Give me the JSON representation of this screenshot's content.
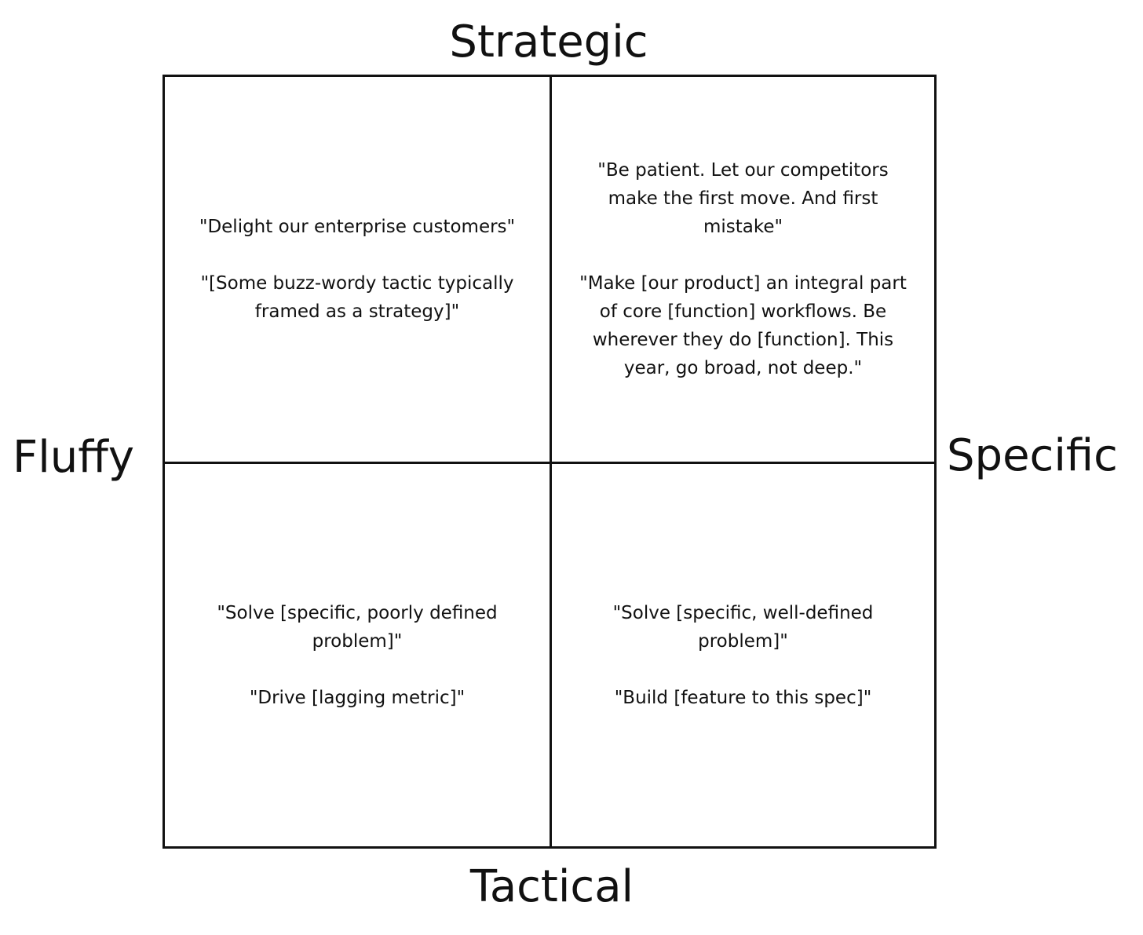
{
  "axes": {
    "top": "Strategic",
    "bottom": "Tactical",
    "left": "Fluffy",
    "right": "Specific"
  },
  "quadrants": {
    "top_left": {
      "items": [
        "\"Delight our enterprise customers\"",
        "\"[Some buzz-wordy tactic typically framed as a strategy]\""
      ]
    },
    "top_right": {
      "items": [
        "\"Be patient. Let our competitors make the first move. And first mistake\"",
        "\"Make [our product] an integral part of core [function] workflows. Be wherever they do [function]. This year, go broad, not deep.\""
      ]
    },
    "bottom_left": {
      "items": [
        "\"Solve [specific, poorly defined problem]\"",
        "\"Drive [lagging metric]\""
      ]
    },
    "bottom_right": {
      "items": [
        "\"Solve [specific, well-defined problem]\"",
        "\"Build [feature to this spec]\""
      ]
    }
  },
  "colors": {
    "line": "#111111",
    "text": "#111111",
    "background": "#ffffff"
  }
}
